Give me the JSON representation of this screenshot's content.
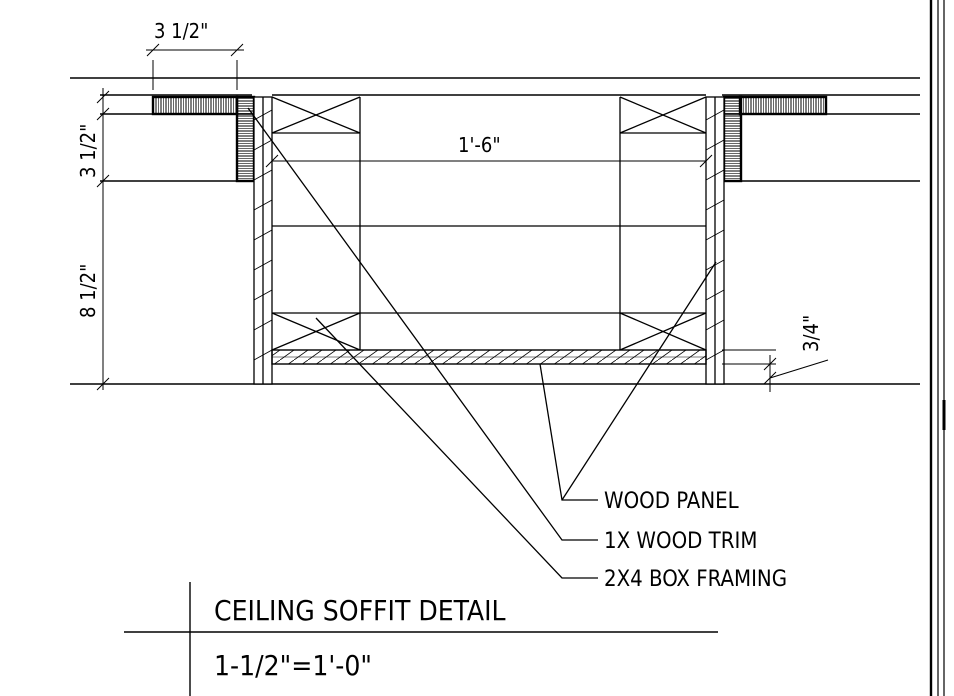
{
  "dimensions": {
    "top_width": "3 1/2\"",
    "left_upper": "3 1/2\"",
    "left_lower": "8 1/2\"",
    "soffit_width": "1'-6\"",
    "panel_thickness": "3/4\""
  },
  "notes": [
    "WOOD PANEL",
    "1X WOOD TRIM",
    "2X4 BOX FRAMING"
  ],
  "title_block": {
    "title": "CEILING SOFFIT DETAIL",
    "scale": "1-1/2\"=1'-0\""
  },
  "colors": {
    "line": "#000000",
    "background": "#ffffff"
  }
}
